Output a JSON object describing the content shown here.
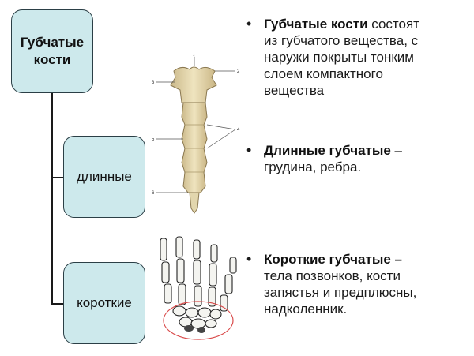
{
  "tree": {
    "root_line1": "Губчатые",
    "root_line2": "кости",
    "child_long": "длинные",
    "child_short": "короткие"
  },
  "bullets": [
    {
      "bold": "Губчатые кости",
      "text_l1": " состоят",
      "text_l2": "из губчатого вещества, с",
      "text_l3": "наружи покрыты тонким",
      "text_l4": "слоем компактного",
      "text_l5": "вещества"
    },
    {
      "bold": "Длинные губчатые",
      "text_l1": " –",
      "text_l2": "грудина, ребра."
    },
    {
      "bold": "Короткие губчатые –",
      "text_l2": "тела позвонков, кости",
      "text_l3": "запястья и предплюсны,",
      "text_l4": "надколенник."
    }
  ],
  "sternum_labels": [
    "1",
    "2",
    "3",
    "4",
    "5",
    "6"
  ],
  "colors": {
    "box_fill": "#cde9ec",
    "box_border": "#2b3f46",
    "bone": "#e8dcb0",
    "circle": "#d94a4a"
  }
}
